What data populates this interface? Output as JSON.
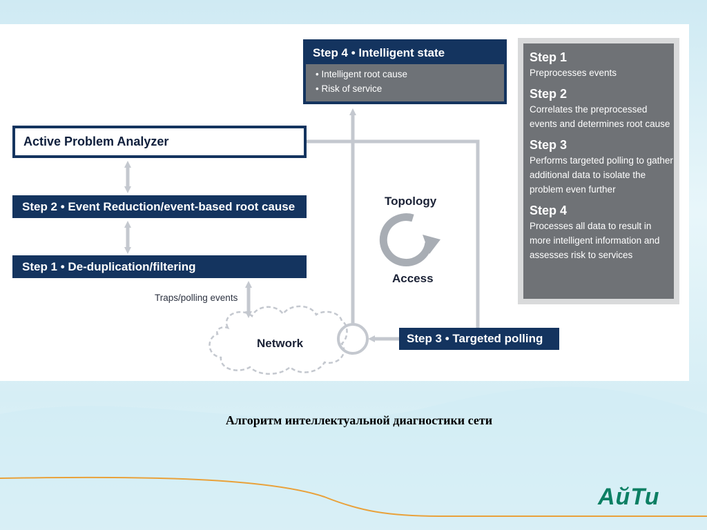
{
  "diagram": {
    "step4": {
      "title": "Step 4 • Intelligent state",
      "bullets": [
        "• Intelligent root cause",
        "• Risk of service"
      ]
    },
    "active_problem_analyzer": "Active Problem Analyzer",
    "step2": "Step 2 • Event Reduction/event-based root cause",
    "step1": "Step 1 • De-duplication/filtering",
    "step3": "Step 3 • Targeted polling",
    "traps_label": "Traps/polling events",
    "network_label": "Network",
    "topology_label": "Topology",
    "access_label": "Access",
    "sidebar": [
      {
        "heading": "Step 1",
        "text": "Preprocesses events"
      },
      {
        "heading": "Step 2",
        "text": "Correlates the preprocessed events and determines root cause"
      },
      {
        "heading": "Step 3",
        "text": "Performs targeted polling to gather additional data to isolate the problem even further"
      },
      {
        "heading": "Step 4",
        "text": "Processes all data to result in more intelligent information and assesses risk to services"
      }
    ]
  },
  "caption": "Алгоритм интеллектуальной диагностики сети",
  "logo": "АйТи",
  "colors": {
    "navy": "#14345f",
    "gray_panel": "#6f7276",
    "connector": "#c4c8cf",
    "logo_green": "#0c7f63",
    "swoosh_orange": "#e9a13a"
  }
}
